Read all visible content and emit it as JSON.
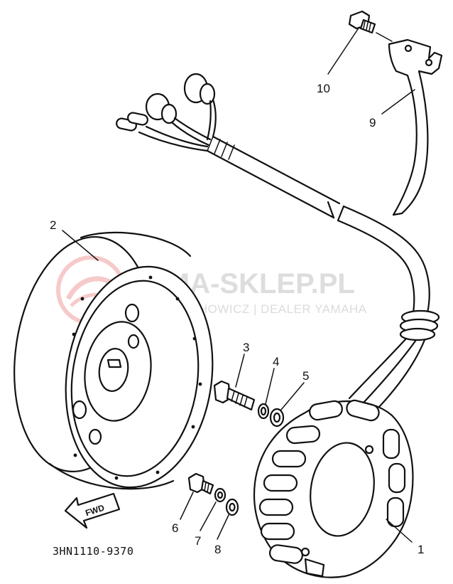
{
  "callouts": {
    "c1": "1",
    "c2": "2",
    "c3": "3",
    "c4": "4",
    "c5": "5",
    "c6": "6",
    "c7": "7",
    "c8": "8",
    "c9": "9",
    "c10": "10"
  },
  "part_code": "3HN1110-9370",
  "direction_arrow_label": "FWD",
  "watermark": {
    "brand": "YAMA-SKLEP.PL",
    "tagline": "WOJCIECHOWICZ | DEALER YAMAHA"
  }
}
